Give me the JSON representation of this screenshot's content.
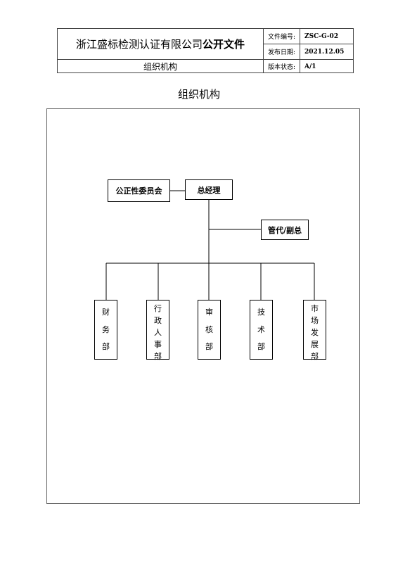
{
  "header": {
    "company_name": "浙江盛标检测认证有限公司",
    "doc_type": "公开文件",
    "doc_title": "组织机构",
    "fields": [
      {
        "label": "文件编号:",
        "value": "ZSC-G-02"
      },
      {
        "label": "发布日期:",
        "value": "2021.12.05"
      },
      {
        "label": "版本状态:",
        "value": "A/1"
      }
    ]
  },
  "page_title": "组织机构",
  "org_chart": {
    "committee": "公正性委员会",
    "general_manager": "总经理",
    "deputy": "管代/副总",
    "departments": [
      {
        "name": "财务部",
        "chars": [
          "财",
          "务",
          "部"
        ]
      },
      {
        "name": "行政人事部",
        "chars": [
          "行",
          "政",
          "人",
          "事",
          "部"
        ]
      },
      {
        "name": "审核部",
        "chars": [
          "审",
          "核",
          "部"
        ]
      },
      {
        "name": "技术部",
        "chars": [
          "技",
          "术",
          "部"
        ]
      },
      {
        "name": "市场发展部",
        "chars": [
          "市",
          "场",
          "发",
          "展",
          "部"
        ]
      }
    ]
  }
}
